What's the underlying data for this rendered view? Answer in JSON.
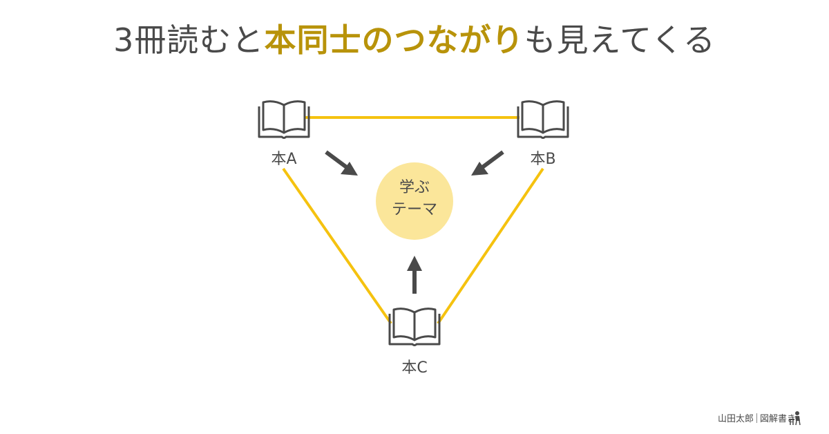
{
  "title": {
    "prefix": "3冊読むと",
    "highlight": "本同士のつながり",
    "suffix": "も見えてくる"
  },
  "nodes": {
    "book_a": "本A",
    "book_b": "本B",
    "book_c": "本C"
  },
  "center": {
    "line1": "学ぶ",
    "line2": "テーマ"
  },
  "footer": {
    "author": "山田太郎",
    "brand": "図解書き"
  },
  "colors": {
    "accent_line": "#f5c20f",
    "center_circle": "#fbe69a",
    "highlight_text": "#b8930a",
    "text": "#4a4a4a"
  },
  "icons": [
    "open-book-icon",
    "arrow-icon",
    "desk-person-icon"
  ]
}
